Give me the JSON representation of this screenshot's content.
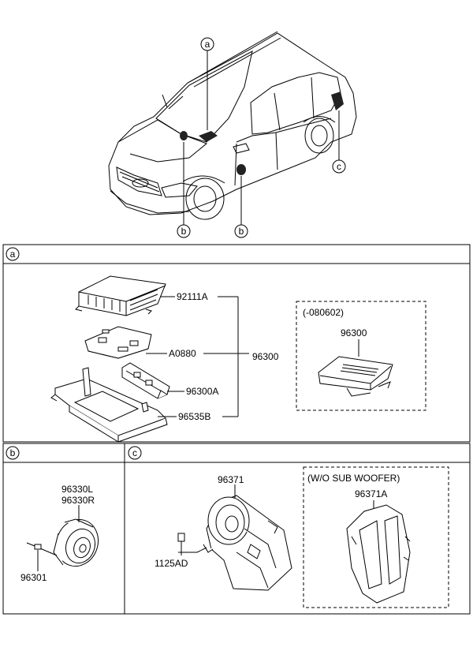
{
  "overview": {
    "callouts": {
      "a": "a",
      "b_left": "b",
      "b_right": "b",
      "c": "c"
    }
  },
  "sections": {
    "a": {
      "marker": "a"
    },
    "b": {
      "marker": "b"
    },
    "c": {
      "marker": "c"
    }
  },
  "section_a": {
    "parts": {
      "amp_top": "92111A",
      "board": "A0880",
      "cover": "96300A",
      "bracket": "96535B",
      "assembly": "96300"
    },
    "variant_box": {
      "condition": "(-080602)",
      "part": "96300"
    }
  },
  "section_b": {
    "parts": {
      "speaker_l": "96330L",
      "speaker_r": "96330R",
      "screw": "96301"
    }
  },
  "section_c": {
    "parts": {
      "woofer": "96371",
      "bolt": "1125AD"
    },
    "variant_box": {
      "condition": "(W/O SUB WOOFER)",
      "part": "96371A"
    }
  },
  "colors": {
    "line": "#000000",
    "background": "#ffffff",
    "dark_fill": "#222222"
  }
}
